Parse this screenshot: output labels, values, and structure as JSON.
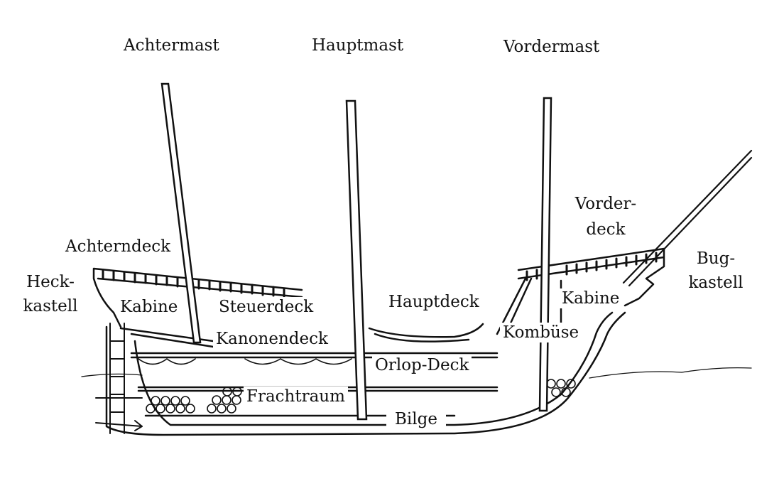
{
  "diagram": {
    "type": "ship-cross-section",
    "labels": {
      "achtermast": "Achtermast",
      "hauptmast": "Hauptmast",
      "vordermast": "Vordermast",
      "vorderdeck_1": "Vorder-",
      "vorderdeck_2": "deck",
      "achterndeck": "Achterndeck",
      "heckkastell_1": "Heck-",
      "heckkastell_2": "kastell",
      "bugkastell_1": "Bug-",
      "bugkastell_2": "kastell",
      "kabine_aft": "Kabine",
      "steuerdeck": "Steuerdeck",
      "hauptdeck": "Hauptdeck",
      "kabine_fore": "Kabine",
      "kanonendeck": "Kanonendeck",
      "kombuese": "Kombüse",
      "orlop_deck": "Orlop-Deck",
      "frachtraum": "Frachtraum",
      "bilge": "Bilge"
    }
  }
}
